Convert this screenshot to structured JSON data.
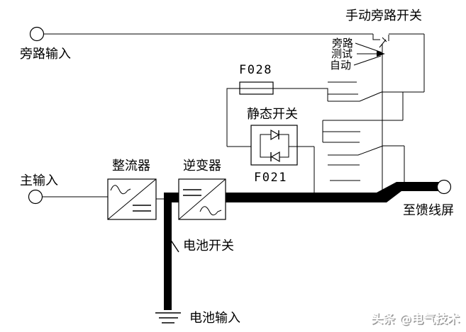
{
  "diagram": {
    "labels": {
      "manual_bypass_switch": "手动旁路开关",
      "bypass_input": "旁路输入",
      "selector": {
        "bypass": "旁路",
        "test": "测试",
        "auto": "自动"
      },
      "fuse_bypass": "F028",
      "static_switch": "静态开关",
      "fuse_static": "F021",
      "rectifier": "整流器",
      "inverter": "逆变器",
      "main_input": "主输入",
      "to_feeder_panel": "至馈线屏",
      "battery_switch": "电池开关",
      "battery_input": "电池输入"
    },
    "watermark": "头条 @电气技术",
    "colors": {
      "line": "#000000",
      "background": "#ffffff",
      "bus": "#000000",
      "terminal_fill": "#ffffff",
      "watermark_text": "#ffffff",
      "watermark_shadow": "#9a9a9a"
    }
  }
}
